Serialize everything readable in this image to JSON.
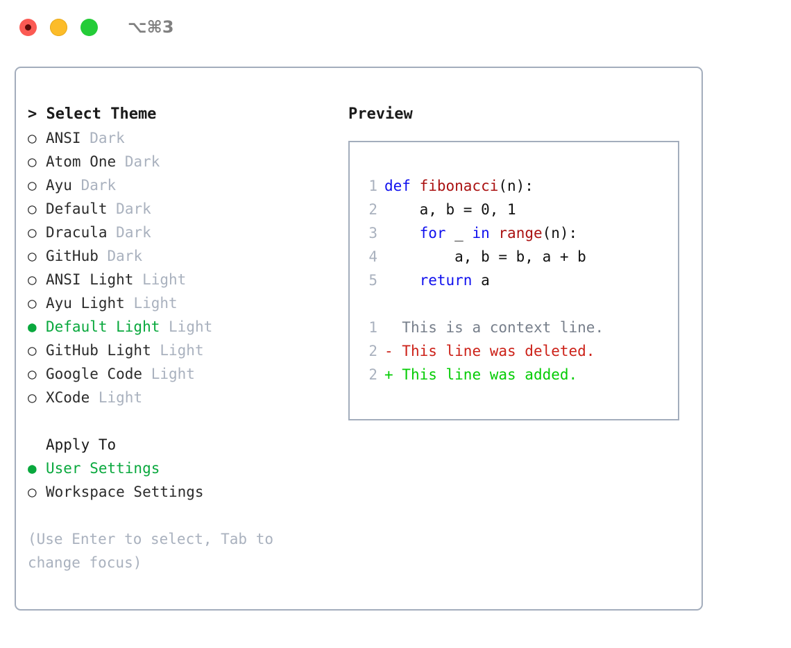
{
  "titlebar": {
    "buttons": [
      {
        "name": "close-button",
        "color": "#fb5a53"
      },
      {
        "name": "minimize-button",
        "color": "#fcbc29"
      },
      {
        "name": "zoom-button",
        "color": "#24cc38"
      }
    ],
    "shortcut": "⌥⌘3"
  },
  "theme_picker": {
    "heading": "> Select Theme",
    "marker_selected": "●",
    "marker_unselected": "○",
    "selected_color": "#09a83d",
    "items": [
      {
        "marker": "○",
        "name": "ANSI",
        "category": "Dark",
        "selected": false
      },
      {
        "marker": "○",
        "name": "Atom One",
        "category": "Dark",
        "selected": false
      },
      {
        "marker": "○",
        "name": "Ayu",
        "category": "Dark",
        "selected": false
      },
      {
        "marker": "○",
        "name": "Default",
        "category": "Dark",
        "selected": false
      },
      {
        "marker": "○",
        "name": "Dracula",
        "category": "Dark",
        "selected": false
      },
      {
        "marker": "○",
        "name": "GitHub",
        "category": "Dark",
        "selected": false
      },
      {
        "marker": "○",
        "name": "ANSI Light",
        "category": "Light",
        "selected": false
      },
      {
        "marker": "○",
        "name": "Ayu Light",
        "category": "Light",
        "selected": false
      },
      {
        "marker": "●",
        "name": "Default Light",
        "category": "Light",
        "selected": true
      },
      {
        "marker": "○",
        "name": "GitHub Light",
        "category": "Light",
        "selected": false
      },
      {
        "marker": "○",
        "name": "Google Code",
        "category": "Light",
        "selected": false
      },
      {
        "marker": "○",
        "name": "XCode",
        "category": "Light",
        "selected": false
      }
    ]
  },
  "apply_to": {
    "label": "Apply To",
    "items": [
      {
        "marker": "●",
        "name": "User Settings",
        "selected": true
      },
      {
        "marker": "○",
        "name": "Workspace Settings",
        "selected": false
      }
    ]
  },
  "hint": "(Use Enter to select, Tab to change focus)",
  "preview": {
    "title": "Preview",
    "code_lines": [
      {
        "num": "1",
        "tokens": [
          {
            "t": "def ",
            "c": "kw"
          },
          {
            "t": "fibonacci",
            "c": "fn"
          },
          {
            "t": "(n):",
            "c": "plain"
          }
        ]
      },
      {
        "num": "2",
        "tokens": [
          {
            "t": "    a, b = 0, 1",
            "c": "plain"
          }
        ]
      },
      {
        "num": "3",
        "tokens": [
          {
            "t": "    ",
            "c": "plain"
          },
          {
            "t": "for",
            "c": "kw"
          },
          {
            "t": " _ ",
            "c": "plain"
          },
          {
            "t": "in",
            "c": "kw"
          },
          {
            "t": " ",
            "c": "plain"
          },
          {
            "t": "range",
            "c": "fn"
          },
          {
            "t": "(n):",
            "c": "plain"
          }
        ]
      },
      {
        "num": "4",
        "tokens": [
          {
            "t": "        a, b = b, a + b",
            "c": "plain"
          }
        ]
      },
      {
        "num": "5",
        "tokens": [
          {
            "t": "    ",
            "c": "plain"
          },
          {
            "t": "return",
            "c": "kw"
          },
          {
            "t": " a",
            "c": "plain"
          }
        ]
      }
    ],
    "diff_lines": [
      {
        "num": "1",
        "sign": " ",
        "text": " This is a context line.",
        "kind": "ctx"
      },
      {
        "num": "2",
        "sign": "-",
        "text": " This line was deleted.",
        "kind": "del"
      },
      {
        "num": "2",
        "sign": "+",
        "text": " This line was added.",
        "kind": "add"
      }
    ],
    "diff_colors": {
      "context": "#777f8b",
      "deleted": "#cc2118",
      "added": "#04cc04"
    }
  }
}
